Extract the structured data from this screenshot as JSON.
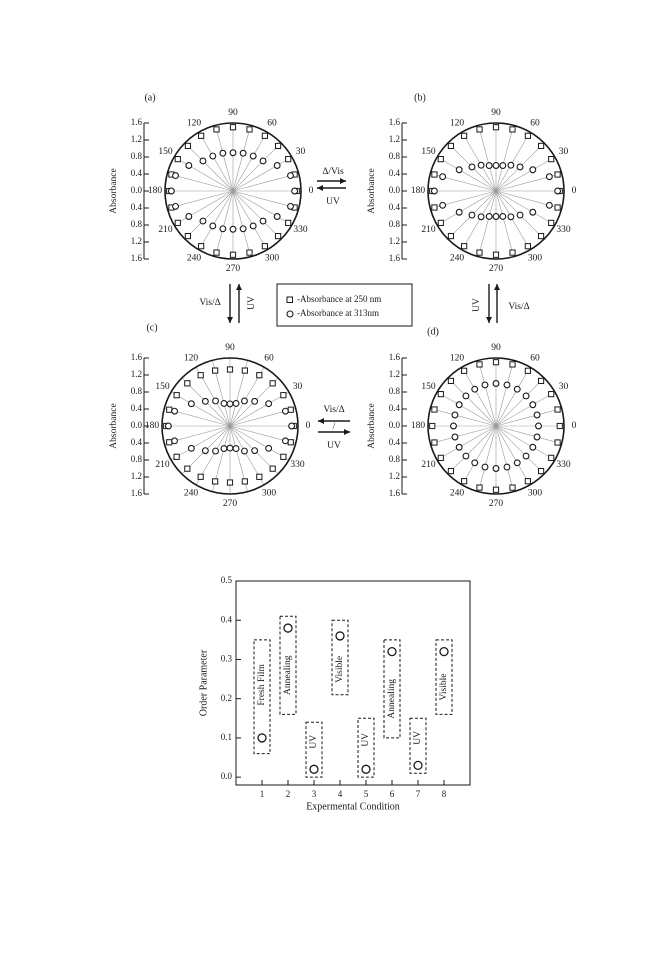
{
  "chart_data": [
    {
      "type": "polar-scatter",
      "panel_label": "(a)",
      "radial_ticks": [
        "1.6",
        "1.2",
        "0.8",
        "0.4",
        "0.0",
        "0.4",
        "0.8",
        "1.2",
        "1.6"
      ],
      "radial_axis_label": "Absorbance",
      "rlim": [
        0,
        1.6
      ],
      "angle_labels": [
        "0",
        "30",
        "60",
        "90",
        "120",
        "150",
        "180",
        "210",
        "240",
        "270",
        "300",
        "330"
      ],
      "series": [
        {
          "marker": "square",
          "angles": [
            0,
            15,
            30,
            45,
            60,
            75,
            90,
            105,
            120,
            135,
            150,
            165,
            180,
            195,
            210,
            225,
            240,
            255,
            270,
            285,
            300,
            315,
            330,
            345
          ],
          "values": [
            1.5,
            1.5,
            1.5,
            1.5,
            1.5,
            1.5,
            1.5,
            1.5,
            1.5,
            1.5,
            1.5,
            1.5,
            1.5,
            1.5,
            1.5,
            1.5,
            1.5,
            1.5,
            1.5,
            1.5,
            1.5,
            1.5,
            1.5,
            1.5
          ]
        },
        {
          "marker": "circle",
          "angles": [
            0,
            15,
            30,
            45,
            60,
            75,
            90,
            105,
            120,
            135,
            150,
            165,
            180,
            195,
            210,
            225,
            240,
            255,
            270,
            285,
            300,
            315,
            330,
            345
          ],
          "values": [
            1.45,
            1.4,
            1.2,
            1.0,
            0.95,
            0.92,
            0.9,
            0.92,
            0.95,
            1.0,
            1.2,
            1.4,
            1.45,
            1.4,
            1.2,
            1.0,
            0.95,
            0.92,
            0.9,
            0.92,
            0.95,
            1.0,
            1.2,
            1.4
          ]
        }
      ]
    },
    {
      "type": "polar-scatter",
      "panel_label": "(b)",
      "radial_ticks": [
        "1.6",
        "1.2",
        "0.8",
        "0.4",
        "0.0",
        "0.4",
        "0.8",
        "1.2",
        "1.6"
      ],
      "radial_axis_label": "Absorbance",
      "rlim": [
        0,
        1.6
      ],
      "angle_labels": [
        "0",
        "30",
        "60",
        "90",
        "120",
        "150",
        "180",
        "210",
        "240",
        "270",
        "300",
        "330"
      ],
      "series": [
        {
          "marker": "square",
          "angles": [
            0,
            15,
            30,
            45,
            60,
            75,
            90,
            105,
            120,
            135,
            150,
            165,
            180,
            195,
            210,
            225,
            240,
            255,
            270,
            285,
            300,
            315,
            330,
            345
          ],
          "values": [
            1.5,
            1.5,
            1.5,
            1.5,
            1.5,
            1.5,
            1.5,
            1.5,
            1.5,
            1.5,
            1.5,
            1.5,
            1.5,
            1.5,
            1.5,
            1.5,
            1.5,
            1.5,
            1.5,
            1.5,
            1.5,
            1.5,
            1.5,
            1.5
          ]
        },
        {
          "marker": "circle",
          "angles": [
            0,
            15,
            30,
            45,
            60,
            75,
            90,
            105,
            120,
            135,
            150,
            165,
            180,
            195,
            210,
            225,
            240,
            255,
            270,
            285,
            300,
            315,
            330,
            345
          ],
          "values": [
            1.45,
            1.3,
            1.0,
            0.8,
            0.7,
            0.62,
            0.6,
            0.62,
            0.7,
            0.8,
            1.0,
            1.3,
            1.45,
            1.3,
            1.0,
            0.8,
            0.7,
            0.62,
            0.6,
            0.62,
            0.7,
            0.8,
            1.0,
            1.3
          ]
        }
      ]
    },
    {
      "type": "polar-scatter",
      "panel_label": "(c)",
      "radial_ticks": [
        "1.6",
        "1.2",
        "0.8",
        "0.4",
        "0.0",
        "0.4",
        "0.8",
        "1.2",
        "1.6"
      ],
      "radial_axis_label": "Absorbance",
      "rlim": [
        0,
        1.6
      ],
      "angle_labels": [
        "0",
        "30",
        "60",
        "90",
        "120",
        "150",
        "180",
        "210",
        "240",
        "270",
        "300",
        "330"
      ],
      "series": [
        {
          "marker": "square",
          "angles": [
            0,
            15,
            30,
            45,
            60,
            75,
            90,
            105,
            120,
            135,
            150,
            165,
            180,
            195,
            210,
            225,
            240,
            255,
            270,
            285,
            300,
            315,
            330,
            345
          ],
          "values": [
            1.5,
            1.48,
            1.45,
            1.42,
            1.38,
            1.35,
            1.33,
            1.35,
            1.38,
            1.42,
            1.45,
            1.48,
            1.5,
            1.48,
            1.45,
            1.42,
            1.38,
            1.35,
            1.33,
            1.35,
            1.38,
            1.42,
            1.45,
            1.48
          ]
        },
        {
          "marker": "circle",
          "angles": [
            0,
            15,
            30,
            45,
            60,
            75,
            90,
            105,
            120,
            135,
            150,
            165,
            180,
            195,
            210,
            225,
            240,
            255,
            270,
            285,
            300,
            315,
            330,
            345
          ],
          "values": [
            1.45,
            1.35,
            1.05,
            0.82,
            0.68,
            0.55,
            0.52,
            0.55,
            0.68,
            0.82,
            1.05,
            1.35,
            1.45,
            1.35,
            1.05,
            0.82,
            0.68,
            0.55,
            0.52,
            0.55,
            0.68,
            0.82,
            1.05,
            1.35
          ]
        }
      ]
    },
    {
      "type": "polar-scatter",
      "panel_label": "(d)",
      "radial_ticks": [
        "1.6",
        "1.2",
        "0.8",
        "0.4",
        "0.0",
        "0.4",
        "0.8",
        "1.2",
        "1.6"
      ],
      "radial_axis_label": "Absorbance",
      "rlim": [
        0,
        1.6
      ],
      "angle_labels": [
        "0",
        "30",
        "60",
        "90",
        "120",
        "150",
        "180",
        "210",
        "240",
        "270",
        "300",
        "330"
      ],
      "series": [
        {
          "marker": "square",
          "angles": [
            0,
            15,
            30,
            45,
            60,
            75,
            90,
            105,
            120,
            135,
            150,
            165,
            180,
            195,
            210,
            225,
            240,
            255,
            270,
            285,
            300,
            315,
            330,
            345
          ],
          "values": [
            1.5,
            1.5,
            1.5,
            1.5,
            1.5,
            1.5,
            1.5,
            1.5,
            1.5,
            1.5,
            1.5,
            1.5,
            1.5,
            1.5,
            1.5,
            1.5,
            1.5,
            1.5,
            1.5,
            1.5,
            1.5,
            1.5,
            1.5,
            1.5
          ]
        },
        {
          "marker": "circle",
          "angles": [
            0,
            15,
            30,
            45,
            60,
            75,
            90,
            105,
            120,
            135,
            150,
            165,
            180,
            195,
            210,
            225,
            240,
            255,
            270,
            285,
            300,
            315,
            330,
            345
          ],
          "values": [
            1.0,
            1.0,
            1.0,
            1.0,
            1.0,
            1.0,
            1.0,
            1.0,
            1.0,
            1.0,
            1.0,
            1.0,
            1.0,
            1.0,
            1.0,
            1.0,
            1.0,
            1.0,
            1.0,
            1.0,
            1.0,
            1.0,
            1.0,
            1.0
          ]
        }
      ]
    },
    {
      "type": "scatter",
      "xlabel": "Expermental Condition",
      "ylabel": "Order Parameter",
      "xlim": [
        0,
        9
      ],
      "ylim": [
        -0.02,
        0.5
      ],
      "x_ticks": [
        1,
        2,
        3,
        4,
        5,
        6,
        7,
        8
      ],
      "y_ticks": [
        "0.0",
        "0.1",
        "0.2",
        "0.3",
        "0.4",
        "0.5"
      ],
      "points": [
        {
          "x": 1,
          "y": 0.1,
          "label": "Fresh Film",
          "box_low": 0.06,
          "box_high": 0.35,
          "label_pos": "above"
        },
        {
          "x": 2,
          "y": 0.38,
          "label": "Annealing",
          "box_low": 0.16,
          "box_high": 0.41,
          "label_pos": "below"
        },
        {
          "x": 3,
          "y": 0.02,
          "label": "UV",
          "box_low": 0.0,
          "box_high": 0.14,
          "label_pos": "above"
        },
        {
          "x": 4,
          "y": 0.36,
          "label": "Visible",
          "box_low": 0.21,
          "box_high": 0.4,
          "label_pos": "below"
        },
        {
          "x": 5,
          "y": 0.02,
          "label": "UV",
          "box_low": 0.0,
          "box_high": 0.15,
          "label_pos": "above"
        },
        {
          "x": 6,
          "y": 0.32,
          "label": "Annealing",
          "box_low": 0.1,
          "box_high": 0.35,
          "label_pos": "below"
        },
        {
          "x": 7,
          "y": 0.03,
          "label": "UV",
          "box_low": 0.01,
          "box_high": 0.15,
          "label_pos": "above"
        },
        {
          "x": 8,
          "y": 0.32,
          "label": "Visible",
          "box_low": 0.16,
          "box_high": 0.35,
          "label_pos": "below"
        }
      ]
    }
  ],
  "arrows": {
    "ab_top": "Δ/Vis",
    "ab_bottom": "UV",
    "ac_left": "Vis/Δ",
    "ac_right": "UV",
    "bd_left": "UV",
    "bd_right": "Vis/Δ",
    "cd_top": "Vis/Δ",
    "cd_mid": "/",
    "cd_bottom": "UV"
  },
  "legend": {
    "square": "-Absorbance at 250 nm",
    "circle": "-Absorbance at 313nm"
  },
  "colors": {
    "ink": "#1a1a1a",
    "grid": "#9a9a9a"
  }
}
